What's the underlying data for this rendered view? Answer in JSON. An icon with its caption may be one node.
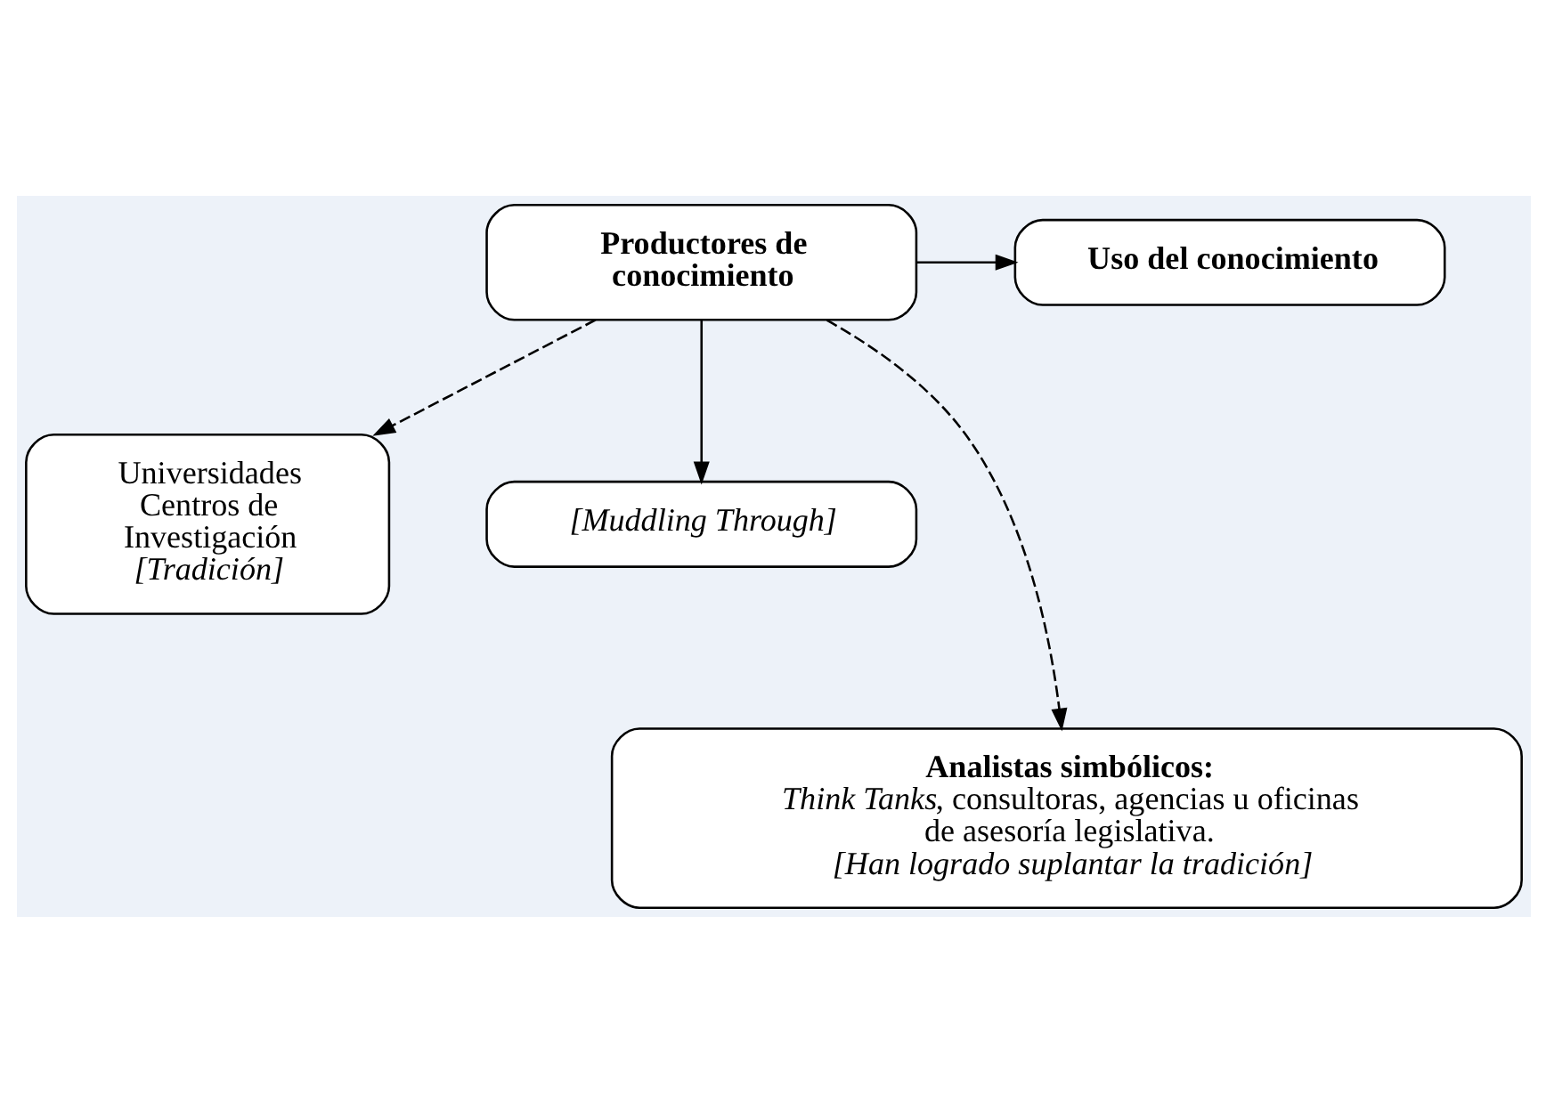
{
  "diagram": {
    "nodes": [
      {
        "text": [
          "Productores de conocimiento"
        ]
      },
      {
        "text": [
          "Uso del conocimiento"
        ]
      },
      {
        "text": [
          "Universidades Centros de Investigación",
          "[Tradición]"
        ]
      },
      {
        "text": [
          "[Muddling Through]"
        ]
      },
      {
        "text": [
          "Analistas simbólicos:",
          "*Think Tanks*, consultoras, agencias u oficinas de asesoría legislativa.",
          "[Han logrado suplantar la tradición]"
        ]
      }
    ],
    "edges": [
      {
        "from": 0,
        "to": 1,
        "arrow": "to"
      },
      {
        "from": 0,
        "to": 3,
        "arrow": "to"
      },
      {
        "from": 0,
        "to": 2,
        "arrow": "to",
        "style": "dashed"
      },
      {
        "from": 0,
        "to": 4,
        "arrow": "to",
        "style": "dashed"
      }
    ]
  }
}
